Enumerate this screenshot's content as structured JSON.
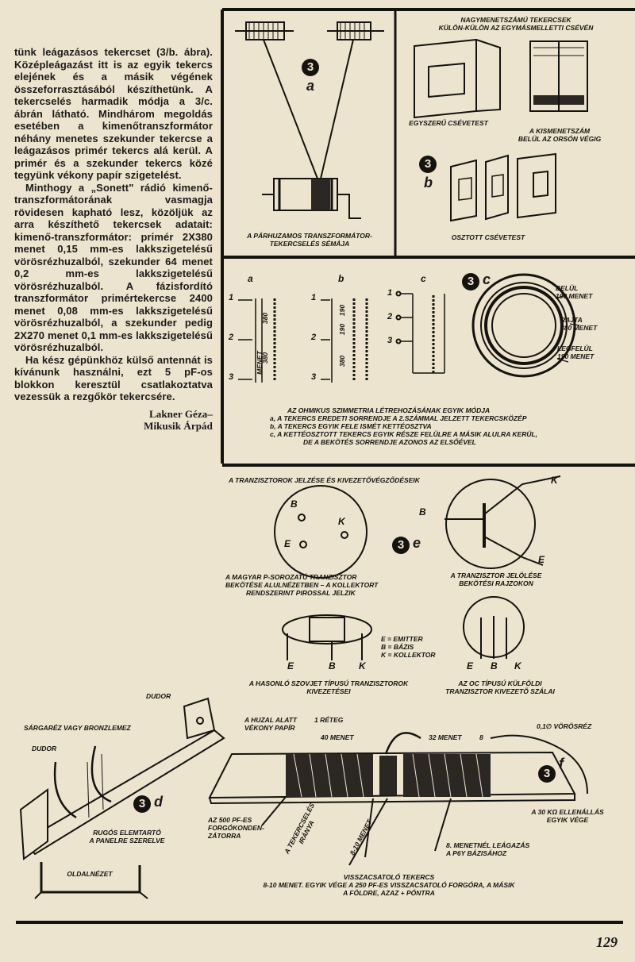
{
  "article": {
    "paragraphs": [
      "tünk leágazásos tekercset (3/b. ábra). Középleágazást itt is az egyik tekercs elejének és a másik végének összeforrasztásából készíthetünk. A tekercselés harmadik módja a 3/c. ábrán látható. Mindhárom megoldás esetében a kimenőtranszformátor néhány menetes szekunder tekercse a leágazásos primér tekercs alá kerül. A primér és a szekunder tekercs közé tegyünk vékony papír szigetelést.",
      "Minthogy a „Sonett\" rádió kimenő-transzformátorának vasmagja rövidesen kapható lesz, közöljük az arra készíthető tekercsek adatait: kimenő-transzformátor: primér 2X380 menet 0,15 mm-es lakkszigetelésű vörösrézhuzalból, szekunder 64 menet 0,2 mm-es lakkszigetelésű vörösrézhuzalból. A fázisfordító transzformátor primértekercse 2400 menet 0,08 mm-es lakkszigetelésű vörösrézhuzalból, a szekunder pedig 2X270 menet 0,1 mm-es lakkszigetelésű vörösrézhuzalból.",
      "Ha kész gépünkhöz külső antennát is kívánunk használni, ezt 5 pF-os blokkon keresztül csatlakoztatva vezessük a rezgőkör tekercsére."
    ],
    "authors": [
      "Lakner Géza–",
      "Mikusik Árpád"
    ]
  },
  "figures": {
    "fig3a": {
      "number": "3",
      "letter": "a",
      "caption": [
        "A PÁRHUZAMOS TRANSZFORMÁTOR-",
        "TEKERCSELÉS SÉMÁJA"
      ]
    },
    "fig3b": {
      "number": "3",
      "letter": "b",
      "top_note": [
        "NAGYMENETSZÁMÚ TEKERCSEK",
        "KÜLÖN-KÜLÖN AZ EGYMÁSMELLETTI CSÉVÉN"
      ],
      "simple": "EGYSZERŰ CSÉVETEST",
      "small": [
        "A KISMENETSZÁM",
        "BELÜL AZ ORSÓN VÉGIG"
      ],
      "divided": "OSZTOTT CSÉVETEST"
    },
    "fig3c": {
      "number": "3",
      "letter": "c",
      "col_labels": [
        "a",
        "b",
        "c"
      ],
      "pin_labels": [
        "1",
        "2",
        "3"
      ],
      "turns": [
        "380",
        "380",
        "190",
        "190",
        "380"
      ],
      "menet": "MENET",
      "ring_labels": [
        [
          "BELÜL",
          "190 MENET"
        ],
        [
          "RAJTA",
          "380 MENET"
        ],
        [
          "LEGFELÜL",
          "190 MENET"
        ]
      ],
      "caption": [
        "AZ OHMIKUS SZIMMETRIA LÉTREHOZÁSÁNAK EGYIK MÓDJA",
        "a, A TEKERCS EREDETI SORRENDJE A 2.SZÁMMAL JELZETT TEKERCSKÖZÉP",
        "b, A TEKERCS EGYIK FELE ISMÉT KETTÉOSZTVA",
        "c, A KETTÉOSZTOTT TEKERCS EGYIK RÉSZE FELÜLRE A MÁSIK ALULRA KERÜL,",
        "DE A BEKÖTÉS SORRENDJE AZONOS AZ ELSŐÉVEL"
      ]
    },
    "fig3e": {
      "number": "3",
      "letter": "e",
      "title": "A TRANZISZTOROK JELZÉSE ÉS KIVEZETŐVÉGZŐDÉSEIK",
      "pins": [
        "B",
        "K",
        "E"
      ],
      "hungarian": [
        "A MAGYAR P-SOROZATÚ TRANZISZTOR",
        "BEKÖTÉSE ALULNÉZETBEN – A KOLLEKTORT",
        "RENDSZERINT PIROSSAL JELZIK"
      ],
      "symbol": [
        "A TRANZISZTOR JELÖLÉSE",
        "BEKÖTÉSI RAJZOKON"
      ],
      "legend": [
        "E = EMITTER",
        "B = BÁZIS",
        "K = KOLLEKTOR"
      ],
      "soviet": [
        "A HASONLÓ SZOVJET TÍPUSÚ TRANZISZTOROK",
        "KIVEZETÉSEI"
      ],
      "foreign": [
        "AZ OC TÍPUSÚ KÜLFÖLDI",
        "TRANZISZTOR KIVEZETŐ SZÁLAI"
      ]
    },
    "fig3d": {
      "number": "3",
      "letter": "d",
      "dudor": "DUDOR",
      "brass": "SÁRGARÉZ VAGY BRONZLEMEZ",
      "holder": [
        "RUGÓS ELEMTARTÓ",
        "A PANELRE SZERELVE"
      ],
      "side": "OLDALNÉZET"
    },
    "fig3f": {
      "number": "3",
      "letter": "f",
      "paper": [
        "A HUZAL ALATT",
        "VÉKONY PAPÍR"
      ],
      "layer": "1 RÉTEG",
      "m40": "40 MENET",
      "m32": "32 MENET",
      "tap8": "8",
      "wire": "0,1∅ VÖRÖSRÉZ",
      "resistor": [
        "A 30 KΩ ELLENÁLLÁS",
        "EGYIK VÉGE"
      ],
      "cap500": [
        "AZ 500 PF-ES",
        "FORGÓKONDEN-",
        "ZÁTORRA"
      ],
      "dir": [
        "A TEKERCSELÉS",
        "IRÁNYA"
      ],
      "m810": "8-10 MENET",
      "tap_note": [
        "8. MENETNÉL LEÁGAZÁS",
        "A P6Y BÁZISÁHOZ"
      ],
      "feedback": [
        "VISSZACSATOLÓ TEKERCS",
        "8-10 MENET. EGYIK VÉGE A 250 PF-ES VISSZACSATOLÓ FORGÓRA, A MÁSIK",
        "A FÖLDRE, AZAZ + PÓNTRA"
      ]
    }
  },
  "page_number": "129"
}
